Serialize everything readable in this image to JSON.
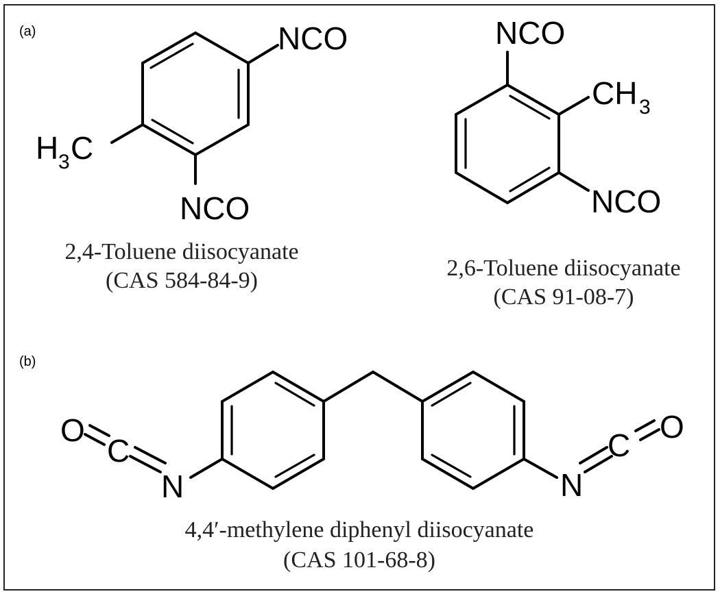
{
  "panels": {
    "a": "(a)",
    "b": "(b)"
  },
  "tdi24": {
    "group_top": "NCO",
    "group_bottom": "NCO",
    "methyl_h": "H",
    "methyl_sub": "3",
    "methyl_c": "C",
    "name": "2,4-Toluene diisocyanate",
    "cas": "(CAS 584-84-9)"
  },
  "tdi26": {
    "group_top": "NCO",
    "group_bottom": "NCO",
    "methyl_ch": "CH",
    "methyl_sub": "3",
    "name": "2,6-Toluene diisocyanate",
    "cas": "(CAS 91-08-7)"
  },
  "mdi": {
    "left_o": "O",
    "left_c": "C",
    "left_n": "N",
    "right_o": "O",
    "right_c": "C",
    "right_n": "N",
    "name": "4,4′-methylene diphenyl diisocyanate",
    "cas": "(CAS 101-68-8)"
  },
  "colors": {
    "ink": "#000000",
    "caption": "#222222",
    "border": "#222222",
    "background": "#ffffff"
  }
}
